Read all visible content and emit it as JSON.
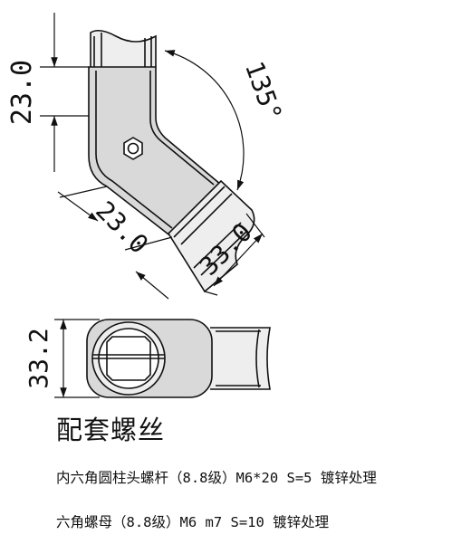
{
  "dimensions": {
    "top_height": "23.0",
    "angle": "135°",
    "diag_length": "23.0",
    "diag_width": "33.0",
    "end_width": "33.2"
  },
  "caption": {
    "title": "配套螺丝",
    "line1": "内六角圆柱头螺杆（8.8级）M6*20 S=5 镀锌处理",
    "line2": "六角螺母（8.8级）M6 m7 S=10 镀锌处理"
  },
  "colors": {
    "line": "#111111",
    "fill_body": "#d9d9d9",
    "fill_light": "#eeeeee"
  }
}
